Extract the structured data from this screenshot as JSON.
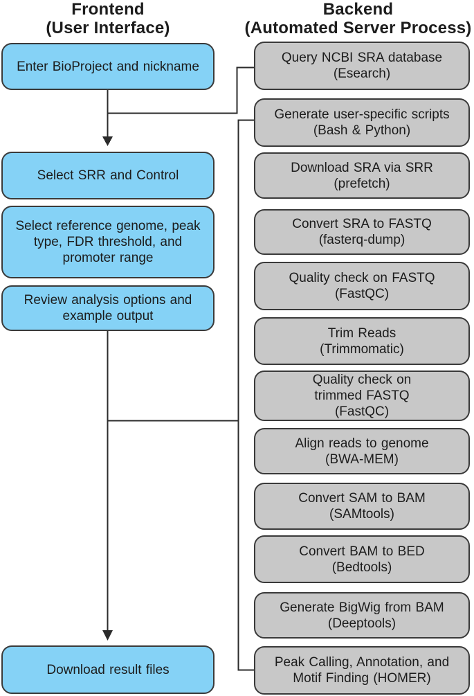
{
  "frontend": {
    "title": "Frontend\n(User Interface)",
    "boxes": [
      {
        "label": "Enter BioProject and nickname"
      },
      {
        "label": "Select SRR and Control"
      },
      {
        "label": "Select reference genome, peak\ntype, FDR threshold,  and\npromoter range"
      },
      {
        "label": "Review analysis options and\nexample output"
      },
      {
        "label": "Download result files"
      }
    ]
  },
  "backend": {
    "title": "Backend\n(Automated  Server Process)",
    "boxes": [
      {
        "label": "Query  NCBI SRA database\n(Esearch)"
      },
      {
        "label": "Generate user-specific scripts\n(Bash & Python)"
      },
      {
        "label": "Download SRA via SRR\n(prefetch)"
      },
      {
        "label": "Convert SRA to FASTQ\n(fasterq-dump)"
      },
      {
        "label": "Quality check on FASTQ\n(FastQC)"
      },
      {
        "label": "Trim Reads\n(Trimmomatic)"
      },
      {
        "label": "Quality check on\ntrimmed FASTQ\n(FastQC)"
      },
      {
        "label": "Align reads to genome\n(BWA-MEM)"
      },
      {
        "label": "Convert SAM to BAM\n(SAMtools)"
      },
      {
        "label": "Convert BAM to BED\n(Bedtools)"
      },
      {
        "label": "Generate BigWig from BAM\n(Deeptools)"
      },
      {
        "label": "Peak Calling, Annotation,  and\nMotif Finding (HOMER)"
      }
    ]
  },
  "colors": {
    "frontend_box": "#85D2F6",
    "backend_box": "#C8C8C8",
    "box_border": "#3A3A3A",
    "connector": "#2B2B2B",
    "text": "#1C1C1C"
  }
}
